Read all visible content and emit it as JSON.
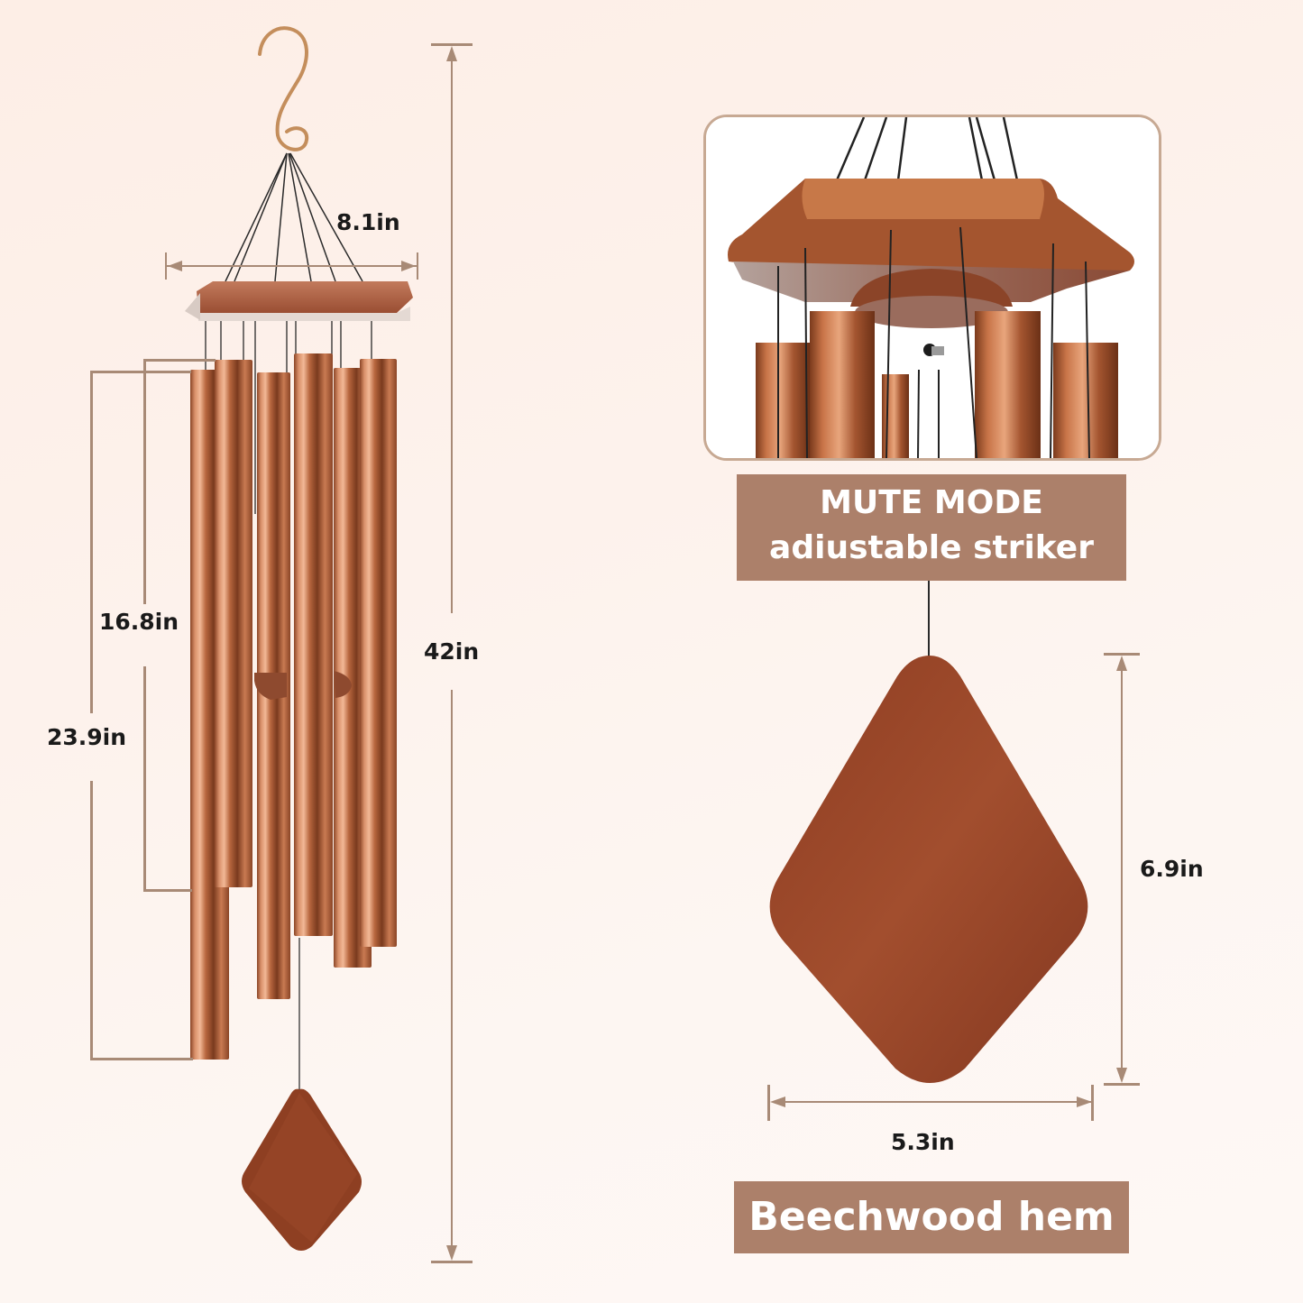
{
  "product": "wind chime",
  "colors": {
    "background": "#fdf2ec",
    "accent": "#ac806a",
    "dimension_line": "#a88a76",
    "copper": "#b8673f",
    "wood": "#9a4a2c",
    "label_text": "#1a1a1a"
  },
  "left_diagram": {
    "dimensions": {
      "top_width": "8.1in",
      "total_height": "42in",
      "shortest_tube": "16.8in",
      "longest_tube": "23.9in"
    },
    "tube_count": 6
  },
  "right_panel": {
    "detail_photo": {
      "label_line1": "MUTE MODE",
      "label_line2": "adiustable striker"
    },
    "sail": {
      "height": "6.9in",
      "width": "5.3in",
      "label": "Beechwood hem"
    }
  }
}
